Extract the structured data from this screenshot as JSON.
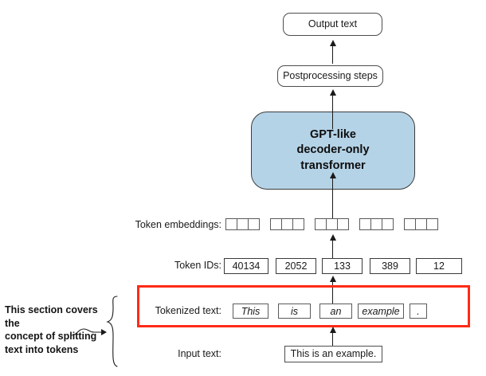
{
  "diagram": {
    "title": "LLM text-generation pipeline with tokenization highlighted",
    "accent_red": "#ff2a18",
    "transformer_fill": "#b5d3e7"
  },
  "flow": {
    "output_text": "Output text",
    "postprocessing": "Postprocessing steps",
    "transformer_line1": "GPT-like",
    "transformer_line2": "decoder-only",
    "transformer_line3": "transformer"
  },
  "rows": {
    "embeddings_label": "Token embeddings:",
    "ids_label": "Token IDs:",
    "tokenized_label": "Tokenized text:",
    "input_label": "Input text:"
  },
  "embeddings": {
    "group_count": 5,
    "cells_per_group": 3
  },
  "token_ids": [
    "40134",
    "2052",
    "133",
    "389",
    "12"
  ],
  "tokens": [
    "This",
    "is",
    "an",
    "example",
    "."
  ],
  "input_text": "This is an example.",
  "annotation": {
    "line1": "This section covers the",
    "line2": "concept of splitting",
    "line3": "text into tokens"
  }
}
